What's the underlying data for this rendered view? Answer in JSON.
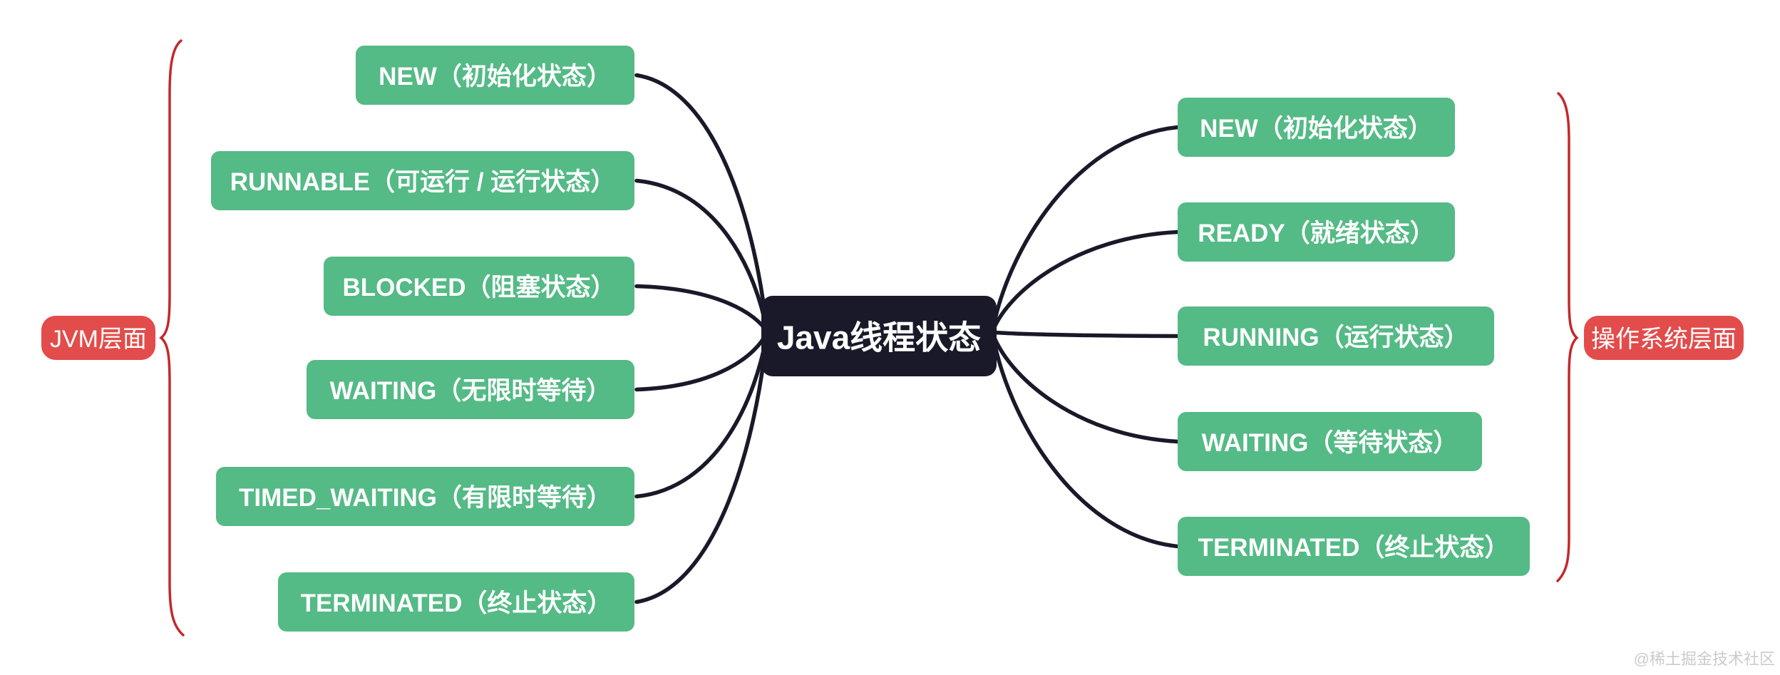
{
  "page": {
    "title": "Java线程状态"
  },
  "diagram": {
    "center_label": "Java线程状态",
    "left_group": {
      "label": "JVM层面",
      "items": [
        "NEW（初始化状态）",
        "RUNNABLE（可运行 / 运行状态）",
        "BLOCKED（阻塞状态）",
        "WAITING（无限时等待）",
        "TIMED_WAITING（有限时等待）",
        "TERMINATED（终止状态）"
      ]
    },
    "right_group": {
      "label": "操作系统层面",
      "items": [
        "NEW（初始化状态）",
        "READY（就绪状态）",
        "RUNNING（运行状态）",
        "WAITING（等待状态）",
        "TERMINATED（终止状态）"
      ]
    },
    "colors": {
      "node_green": "#54ba86",
      "center_dark": "#191929",
      "label_red": "#e24c4b",
      "brace_red": "#c3292b",
      "connector_dark": "#191929",
      "text_white": "#ffffff",
      "background": "#ffffff",
      "watermark_gray": "#cbcbcb"
    },
    "watermark": "@稀土掘金技术社区"
  }
}
